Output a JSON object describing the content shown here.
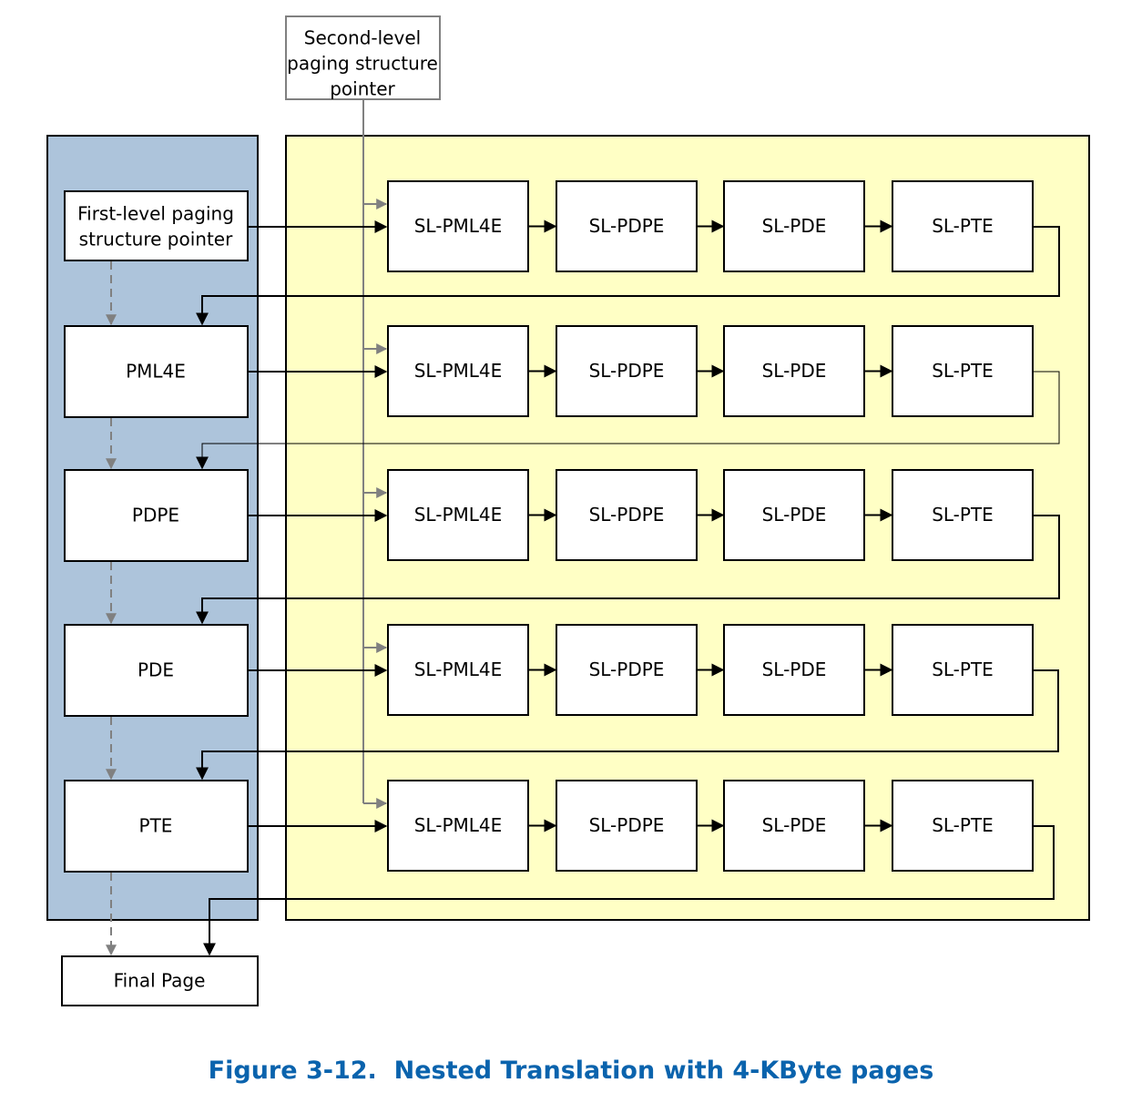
{
  "diagram": {
    "sl_pointer_lines": [
      "Second-level",
      "paging structure",
      "pointer"
    ],
    "fl_pointer_lines": [
      "First-level paging",
      "structure pointer"
    ],
    "first_level_entries": [
      "PML4E",
      "PDPE",
      "PDE",
      "PTE"
    ],
    "second_level_entries": [
      "SL-PML4E",
      "SL-PDPE",
      "SL-PDE",
      "SL-PTE"
    ],
    "final_page": "Final Page"
  },
  "caption": {
    "figure_number": "Figure 3-12.",
    "title": "Nested Translation with 4-KByte pages"
  },
  "colors": {
    "first_level_panel": "#adc4db",
    "second_level_panel": "#ffffc5",
    "caption": "#0a63ad",
    "gray_arrow": "#808080"
  }
}
